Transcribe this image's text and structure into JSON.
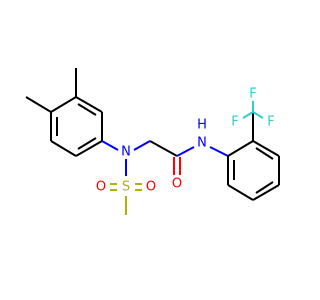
{
  "molecule": {
    "atoms": {
      "n_sulfonamide": {
        "label": "N",
        "color": "#0000ff"
      },
      "n_amide": {
        "label": "N",
        "color": "#0000ff"
      },
      "h_amide": {
        "label": "H",
        "color": "#0000ff"
      },
      "o_carbonyl": {
        "label": "O",
        "color": "#ff0000"
      },
      "s_sulfonyl": {
        "label": "S",
        "color": "#b2b200"
      },
      "o_sulfonyl_left": {
        "label": "O",
        "color": "#ff0000"
      },
      "o_sulfonyl_right": {
        "label": "O",
        "color": "#ff0000"
      },
      "f_top": {
        "label": "F",
        "color": "#33cccc"
      },
      "f_left": {
        "label": "F",
        "color": "#33cccc"
      },
      "f_right": {
        "label": "F",
        "color": "#33cccc"
      }
    }
  }
}
